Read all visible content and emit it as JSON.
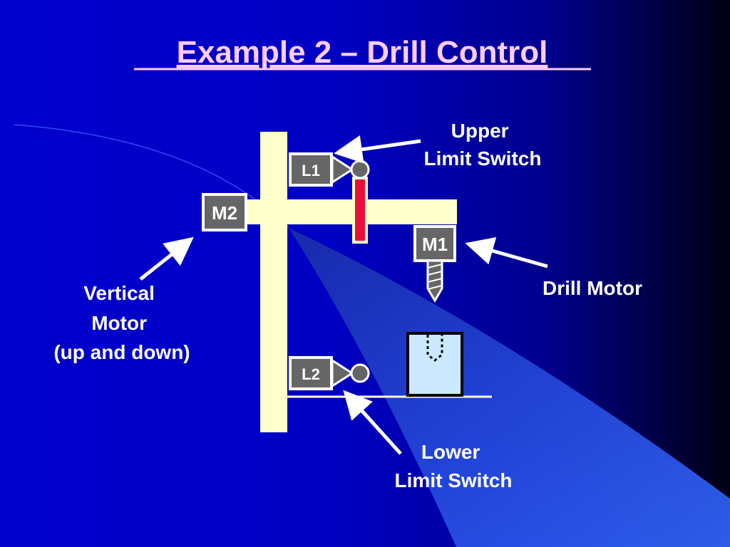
{
  "slide": {
    "title": "Example 2 – Drill Control"
  },
  "diagram": {
    "boxes": {
      "m2": "M2",
      "m1": "M1",
      "l1": "L1",
      "l2": "L2"
    },
    "labels": {
      "upper_limit_switch": [
        "Upper",
        "Limit Switch"
      ],
      "drill_motor": "Drill Motor",
      "vertical_motor": [
        "Vertical",
        "Motor",
        "(up and down)"
      ],
      "lower_limit_switch": [
        "Lower",
        "Limit Switch"
      ]
    }
  },
  "colors": {
    "background": "#0000c8",
    "title": "#ffccff",
    "frame": "#ffffcc",
    "box_fill": "#666666",
    "limit_rod": "#e8103a",
    "workpiece": "#cce8ff",
    "text": "#ffffff"
  }
}
